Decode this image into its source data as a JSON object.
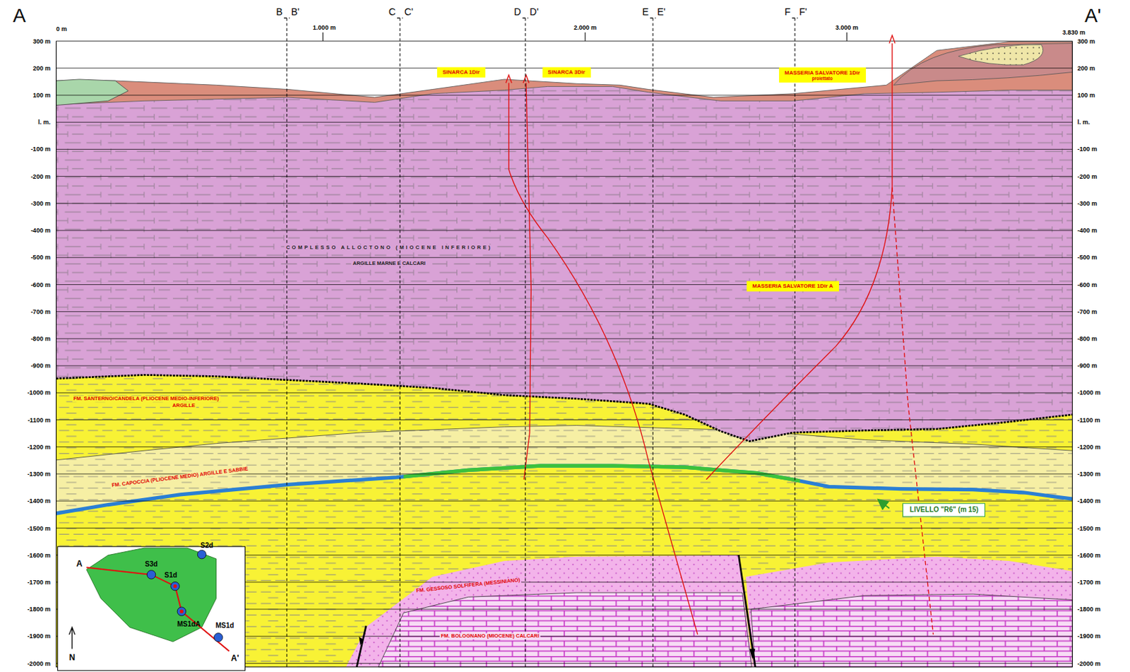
{
  "diagram": {
    "nodes": [
      {
        "text": [
          "SINARCA 1Dir"
        ]
      },
      {
        "text": [
          "SINARCA 3Dir"
        ]
      },
      {
        "text": [
          "MASSERIA SALVATORE 1Dir",
          "proiettato"
        ]
      },
      {
        "text": [
          "MASSERIA SALVATORE 1Dir A"
        ]
      },
      {
        "text": [
          "LIVELLO \"R6\" (m 15)"
        ]
      }
    ],
    "labels": [
      "A",
      "A'",
      "0 m",
      "1.000 m",
      "2.000 m",
      "3.000 m",
      "3.830 m",
      "B",
      "B'",
      "C",
      "C'",
      "D",
      "D'",
      "E",
      "E'",
      "F",
      "F'",
      "300 m",
      "200 m",
      "100 m",
      "l. m.",
      "-100 m",
      "-200 m",
      "-300 m",
      "-400 m",
      "-500 m",
      "-600 m",
      "-700 m",
      "-800 m",
      "-900 m",
      "-1000 m",
      "-1100 m",
      "-1200 m",
      "-1300 m",
      "-1400 m",
      "-1500 m",
      "-1600 m",
      "-1700 m",
      "-1800 m",
      "-1900 m",
      "-2000 m",
      "300 m",
      "200 m",
      "100 m",
      "l. m.",
      "-100 m",
      "-200 m",
      "-300 m",
      "-400 m",
      "-500 m",
      "-600 m",
      "-700 m",
      "-800 m",
      "-900 m",
      "-1000 m",
      "-1100 m",
      "-1200 m",
      "-1300 m",
      "-1400 m",
      "-1500 m",
      "-1600 m",
      "-1700 m",
      "-1800 m",
      "-1900 m",
      "-2000 m",
      "COMPLESSO ALLOCTONO (MIOCENE INFERIORE)",
      "ARGILLE MARNE E CALCARI",
      "FM. SANTERNO/CANDELA (PLIOCENE MEDIO-INFERIORE)",
      "ARGILLE",
      "FM. CAPOCCIA (PLIOCENE MEDIO) ARGILLE E SABBIE",
      "FM. GESSOSO SOLFIFERA (MESSINIANO)",
      "FM. BOLOGNANO (MIOCENE) CALCARI",
      "A",
      "A'",
      "S3d",
      "S1d",
      "S2d",
      "MS1dA",
      "MS1d",
      "N"
    ]
  }
}
